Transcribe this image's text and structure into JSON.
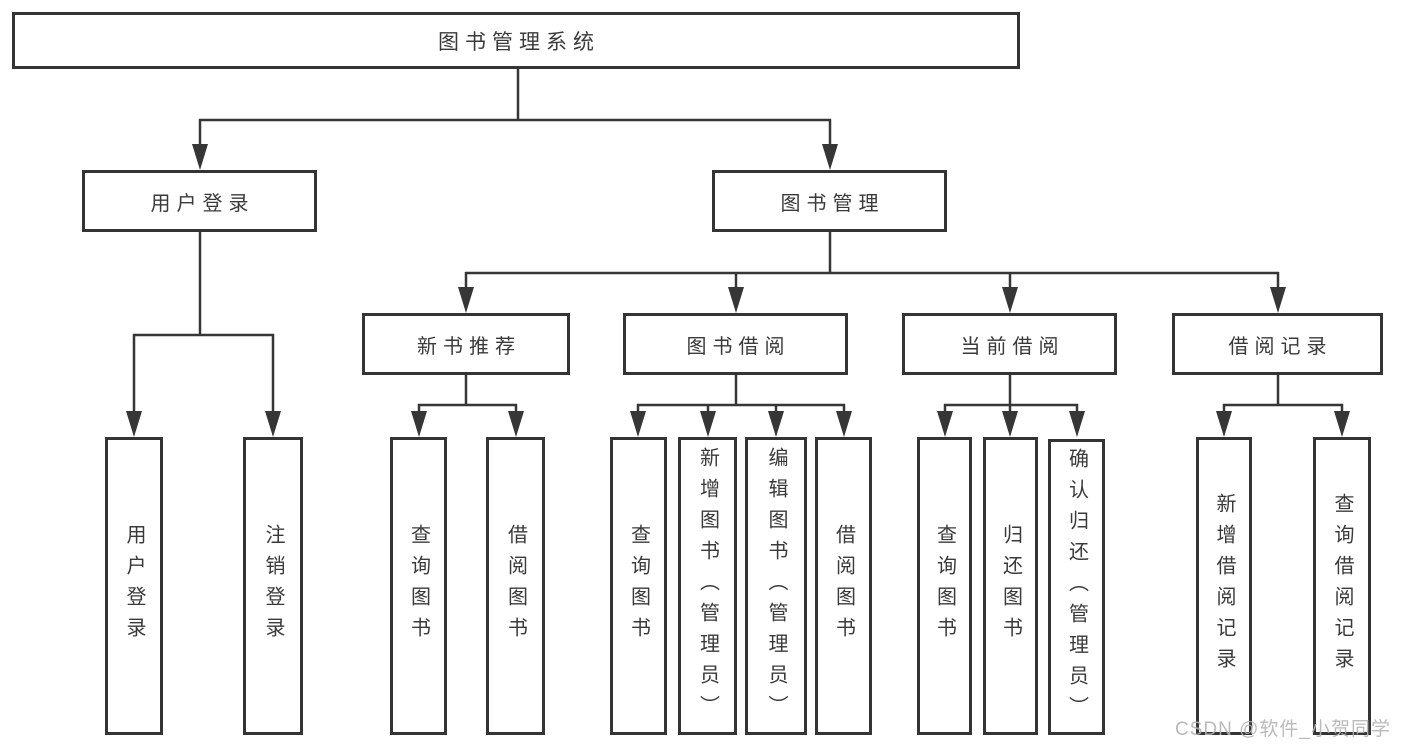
{
  "diagram_type": "hierarchy-tree",
  "tree": {
    "title": "图书管理系统",
    "children": [
      {
        "label": "用户登录",
        "children": [
          {
            "label": "用户登录"
          },
          {
            "label": "注销登录"
          }
        ]
      },
      {
        "label": "图书管理",
        "children": [
          {
            "label": "新书推荐",
            "children": [
              {
                "label": "查询图书"
              },
              {
                "label": "借阅图书"
              }
            ]
          },
          {
            "label": "图书借阅",
            "children": [
              {
                "label": "查询图书"
              },
              {
                "label": "新增图书（管理员）"
              },
              {
                "label": "编辑图书（管理员）"
              },
              {
                "label": "借阅图书"
              }
            ]
          },
          {
            "label": "当前借阅",
            "children": [
              {
                "label": "查询图书"
              },
              {
                "label": "归还图书"
              },
              {
                "label": "确认归还（管理员）"
              }
            ]
          },
          {
            "label": "借阅记录",
            "children": [
              {
                "label": "新增借阅记录"
              },
              {
                "label": "查询借阅记录"
              }
            ]
          }
        ]
      }
    ]
  },
  "watermark": {
    "text": "CSDN @软件_小贺同学"
  },
  "colors": {
    "background": "#ffffff",
    "box_fill": "#ffffff",
    "box_border": "#343434",
    "line": "#363636",
    "text": "#3a3a3a",
    "watermark": "#b3b3b3"
  }
}
